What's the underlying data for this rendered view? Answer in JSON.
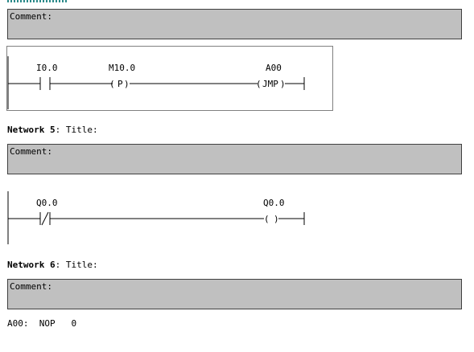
{
  "comment_label": "Comment:",
  "networks": [
    {
      "contact_address": "I0.0",
      "edge_address": "M10.0",
      "edge_symbol": "P",
      "coil_address": "A00",
      "coil_symbol": "JMP"
    },
    {
      "header_prefix": "Network 5",
      "header_sep": ":",
      "header_title": "Title:",
      "contact_address": "Q0.0",
      "coil_address": "Q0.0"
    },
    {
      "header_prefix": "Network 6",
      "header_sep": ":",
      "header_title": "Title:"
    }
  ],
  "stl": {
    "label": "A00:",
    "instruction": "NOP",
    "operand": "0"
  }
}
